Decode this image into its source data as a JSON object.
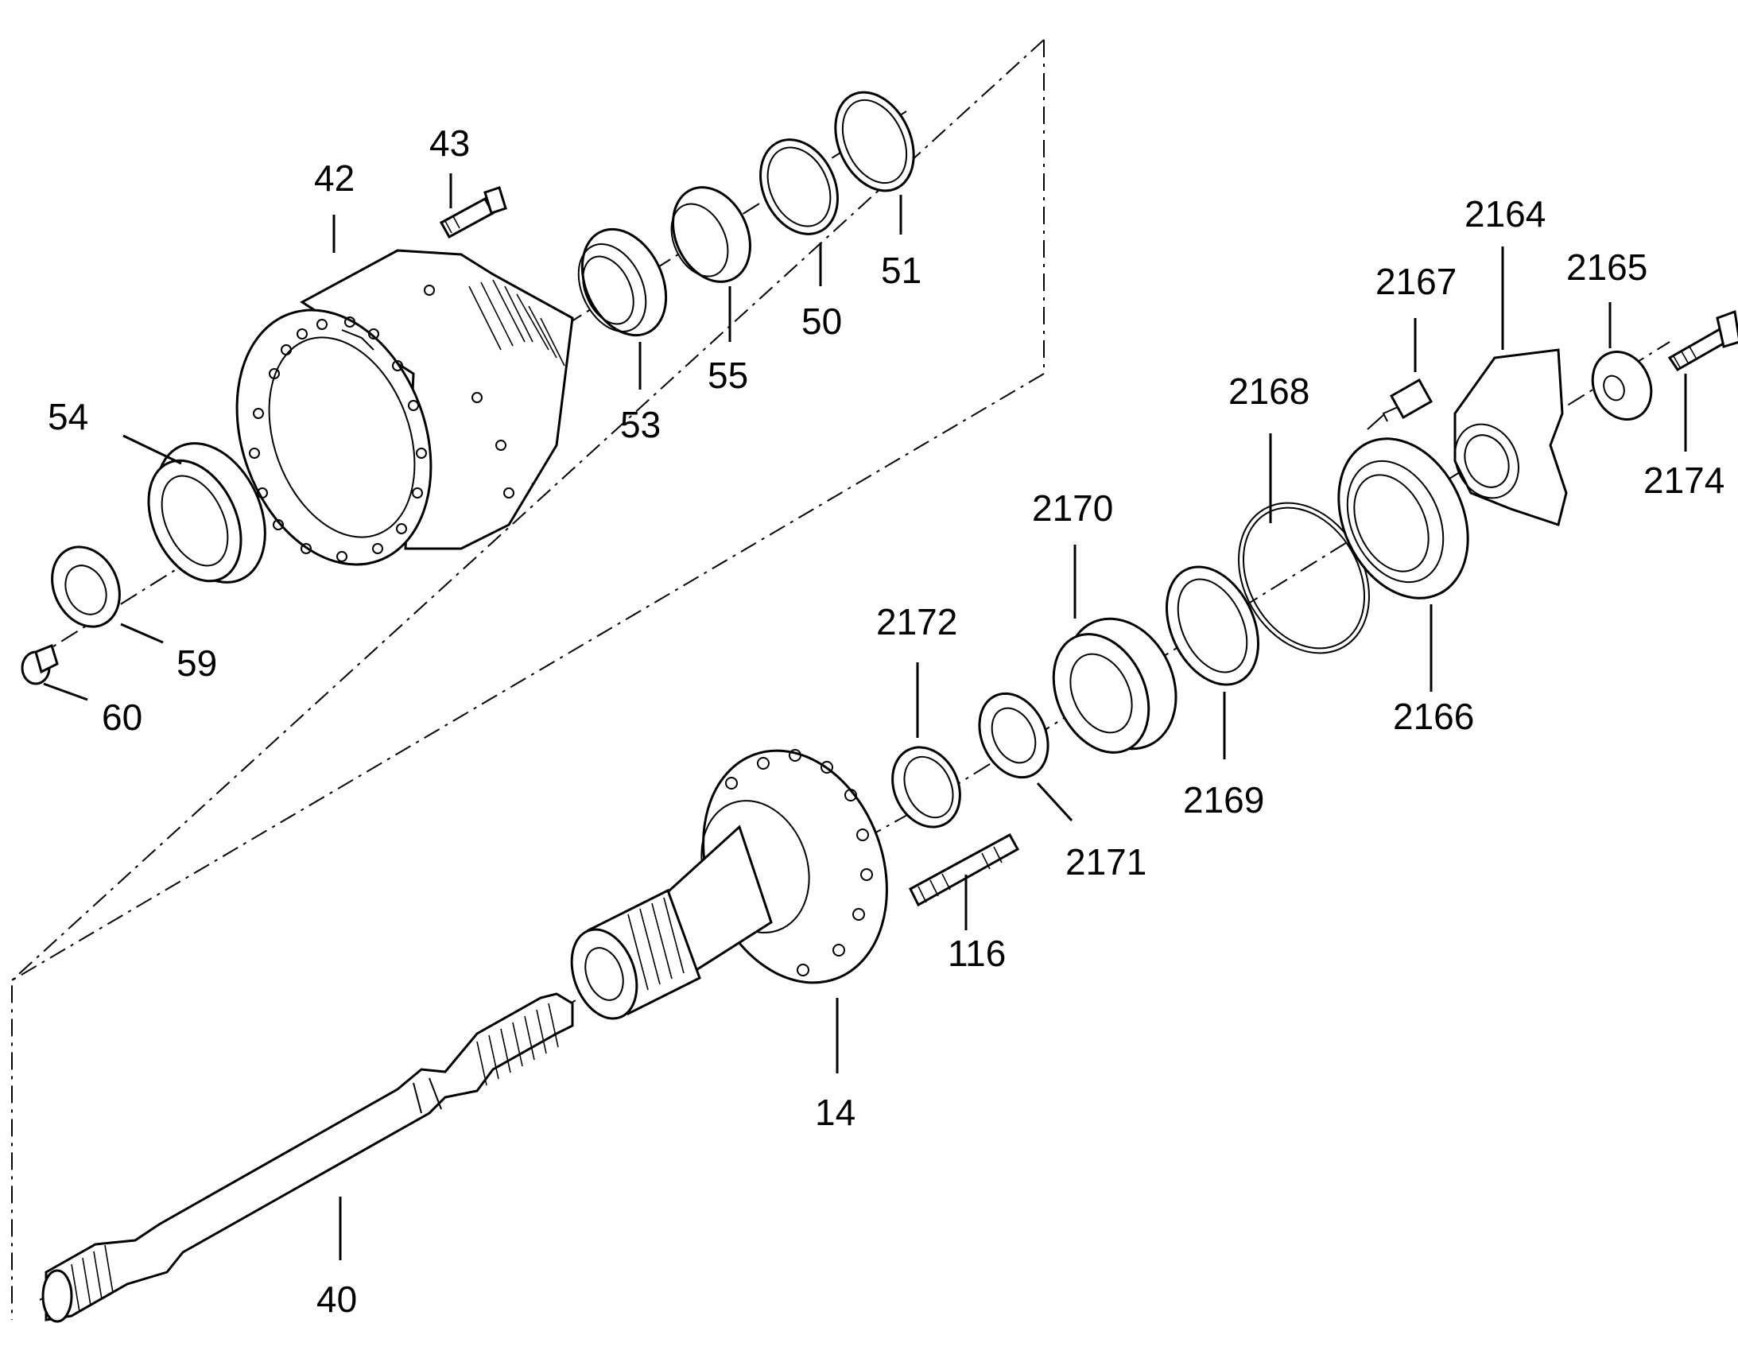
{
  "labels": {
    "p40": "40",
    "p14": "14",
    "p116": "116",
    "p42": "42",
    "p43": "43",
    "p50": "50",
    "p51": "51",
    "p53": "53",
    "p54": "54",
    "p55": "55",
    "p59": "59",
    "p60": "60",
    "p2164": "2164",
    "p2165": "2165",
    "p2166": "2166",
    "p2167": "2167",
    "p2168": "2168",
    "p2169": "2169",
    "p2170": "2170",
    "p2171": "2171",
    "p2172": "2172",
    "p2174": "2174"
  }
}
